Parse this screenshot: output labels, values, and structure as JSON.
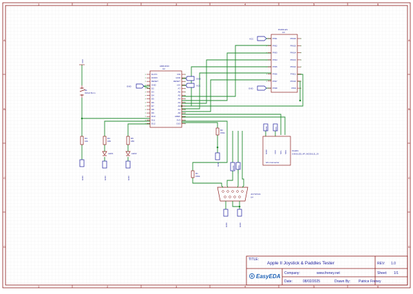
{
  "zones": {
    "columns": [
      "1",
      "2",
      "3",
      "4",
      "5",
      "6"
    ],
    "rows": [
      "A",
      "B",
      "C",
      "D"
    ]
  },
  "power": {
    "vcc": "VCC",
    "gnd": "GND"
  },
  "arduino": {
    "name": "ARDUINO",
    "ref": "U2",
    "left_pins": [
      "D1/TX",
      "D0/RX",
      "RESET",
      "GND",
      "D2",
      "D3",
      "D4",
      "D5",
      "D6",
      "D7",
      "D8",
      "D9",
      "D10",
      "D11",
      "D12"
    ],
    "right_pins": [
      "VIN",
      "GND",
      "RESET",
      "+5V",
      "A7",
      "A6",
      "A5",
      "A4",
      "A3",
      "A2",
      "A1",
      "A0",
      "AREF",
      "3V3",
      "D13"
    ]
  },
  "paddles": {
    "name": "PADDLES",
    "ref": "U3",
    "left_pins": [
      "PIN1",
      "PIN2",
      "PIN3",
      "PIN4",
      "PIN5",
      "PIN6",
      "PIN7",
      "PIN8"
    ],
    "right_pins": [
      "PIN16",
      "PIN15",
      "PIN14",
      "PIN13",
      "PIN12",
      "PIN11",
      "PIN10",
      "PIN9"
    ]
  },
  "oled": {
    "name": "OLED1",
    "part": "0.96OLED_4P_MODULE_JX",
    "connector": "I2C-Connector",
    "pins": [
      "GND",
      "VCC",
      "SCL",
      "SDA"
    ]
  },
  "joystick": {
    "name": "JOYSTICK",
    "ref": "U4"
  },
  "switch": {
    "ref": "S1",
    "value": "3x6x2.5mm"
  },
  "resistors": [
    {
      "ref": "R3",
      "value": "10k"
    },
    {
      "ref": "R4",
      "value": "180"
    },
    {
      "ref": "R5",
      "value": "180"
    },
    {
      "ref": "R2",
      "value": "150k"
    },
    {
      "ref": "R1",
      "value": "150k"
    }
  ],
  "leds": [
    {
      "ref": "LED1"
    },
    {
      "ref": "LED2"
    }
  ],
  "title_block": {
    "title_label": "TITLE:",
    "title": "Apple II Joystick & Paddles Tester",
    "rev_label": "REV:",
    "rev": "1.0",
    "company_label": "Company:",
    "company": "www.freney.net",
    "sheet_label": "Sheet:",
    "sheet": "1/1",
    "date_label": "Date:",
    "date": "08/02/2025",
    "drawn_label": "Drawn By:",
    "drawn_by": "Patrice Freney",
    "logo": "EasyEDA"
  }
}
